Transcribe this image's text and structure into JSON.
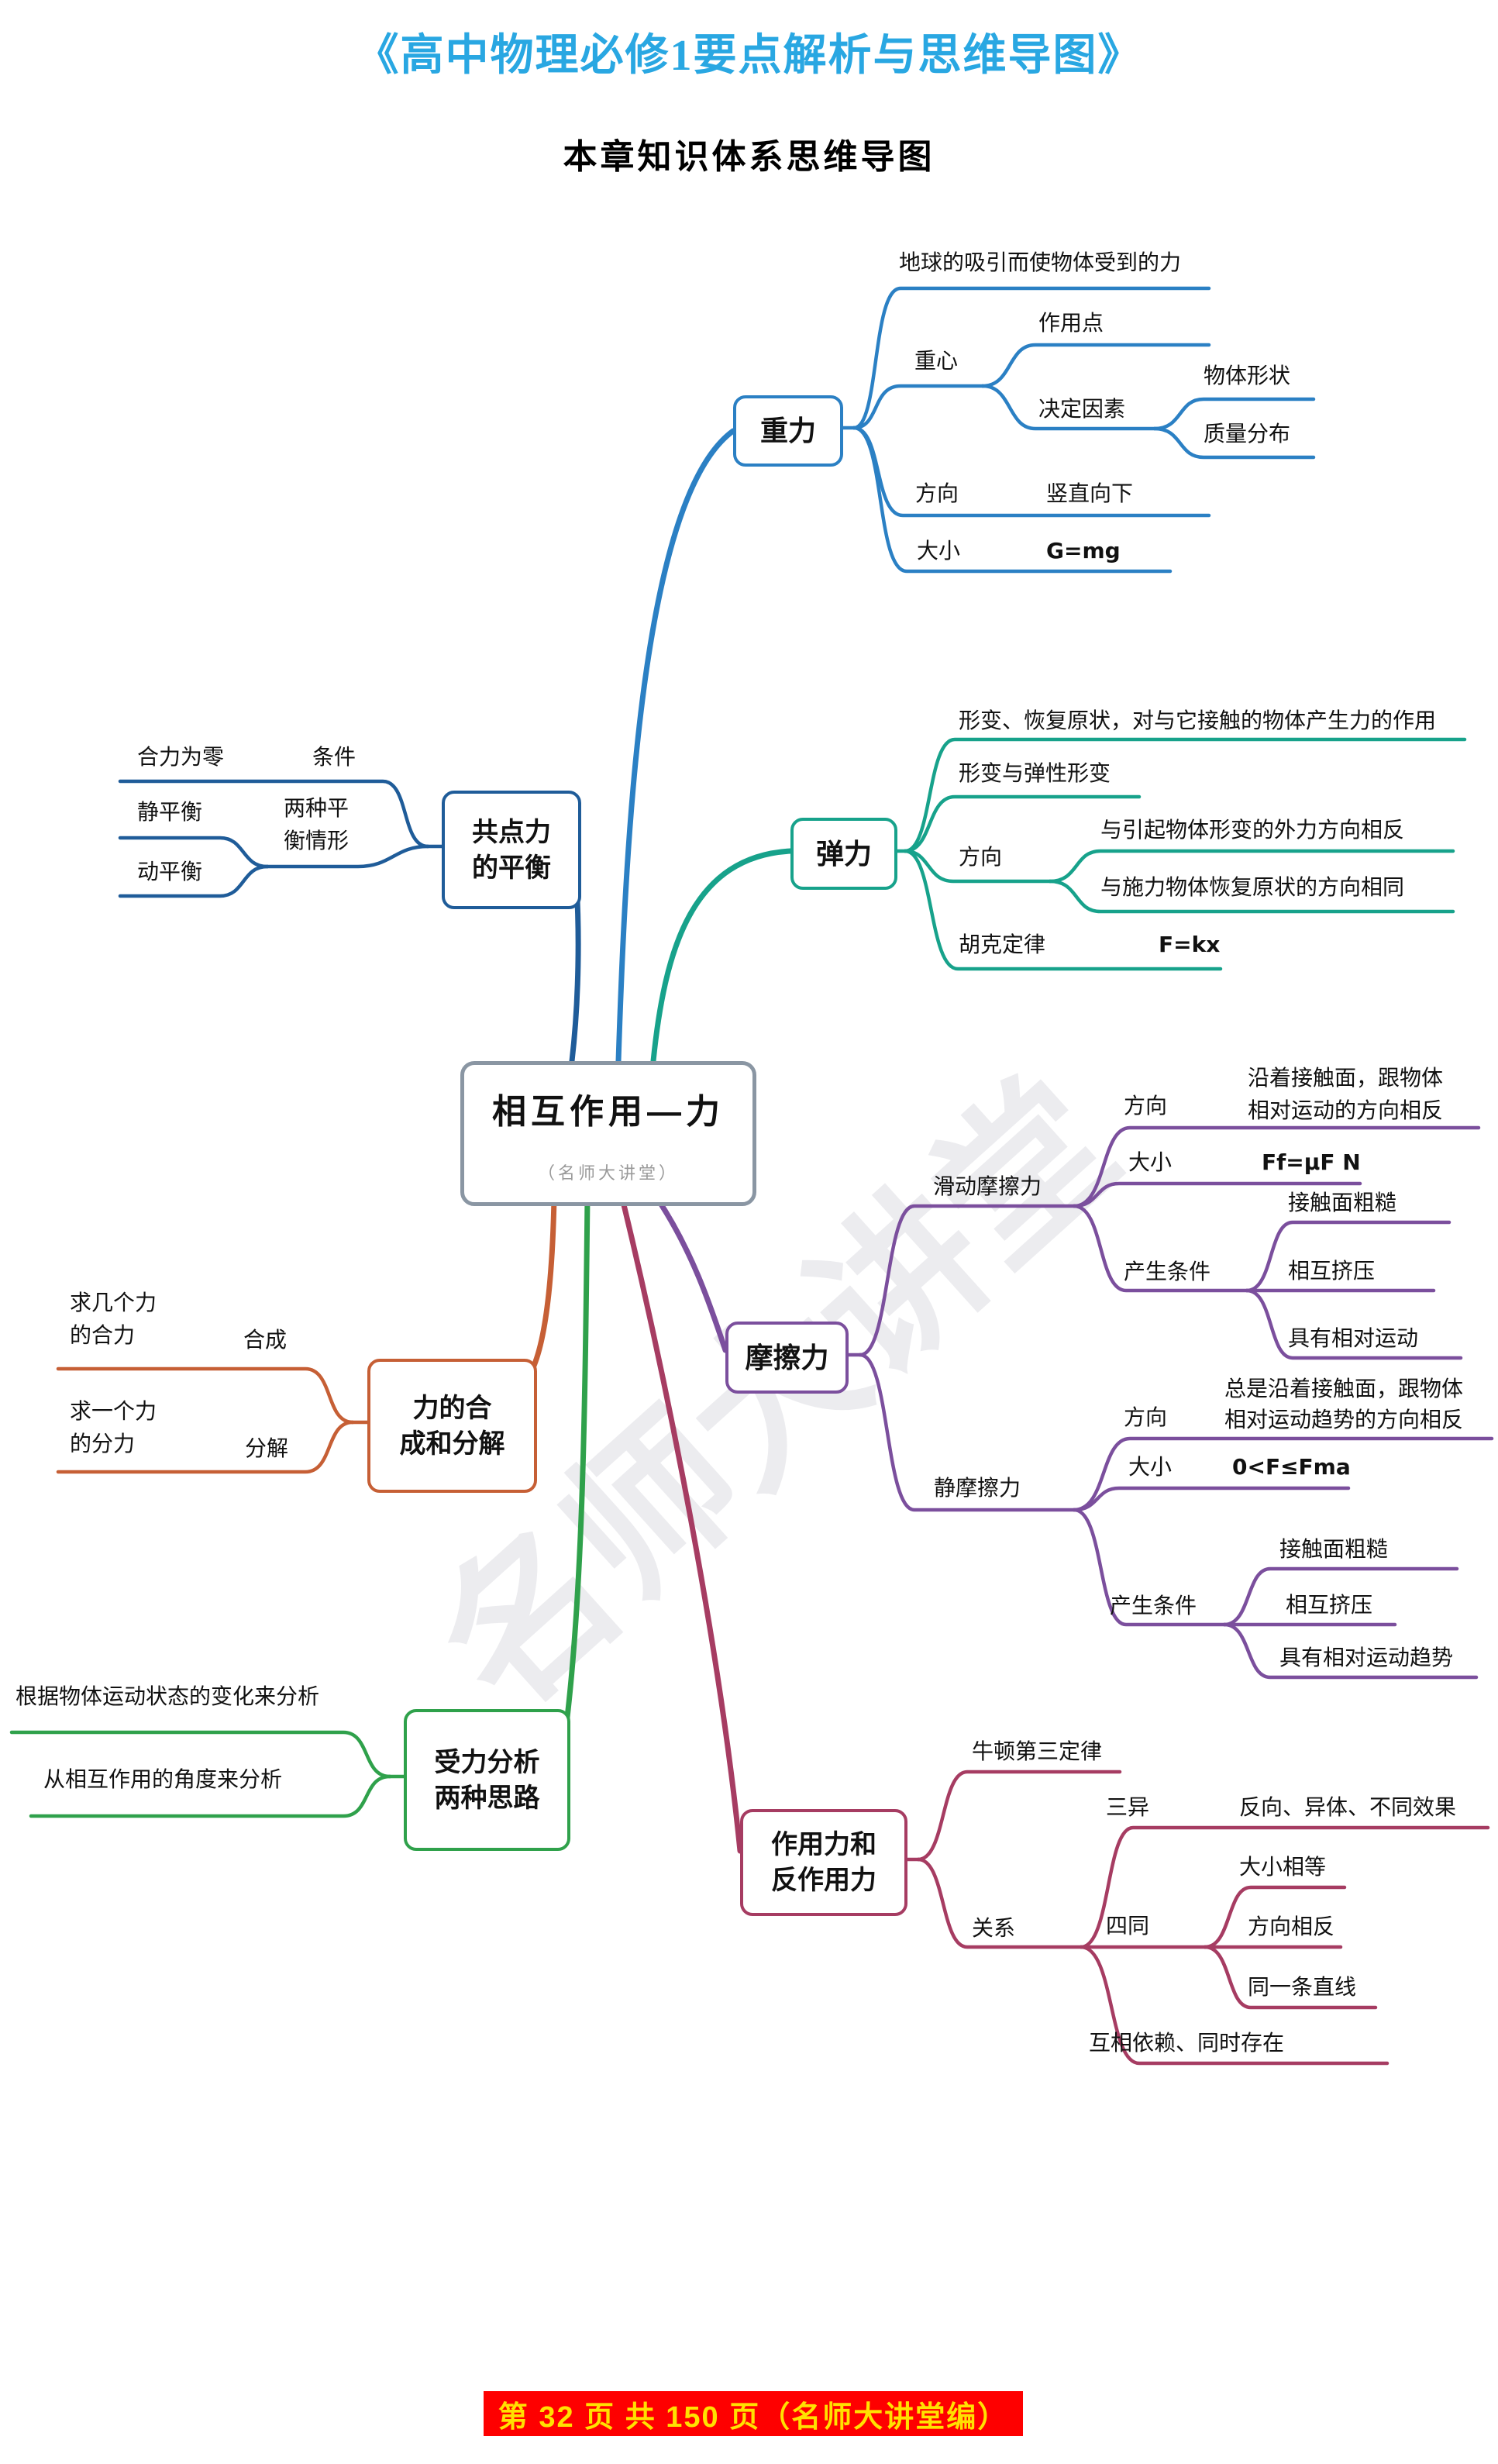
{
  "header": {
    "title": "《高中物理必修1要点解析与思维导图》",
    "subtitle": "本章知识体系思维导图"
  },
  "watermark": "名师大讲堂",
  "footer": {
    "text": "第 32 页 共 150 页（名师大讲堂编）"
  },
  "root": {
    "title": "相互作用—力",
    "subtitle": "（名师大讲堂）"
  },
  "gravity": {
    "node": "重力",
    "definition": "地球的吸引而使物体受到的力",
    "center_label": "重心",
    "point": "作用点",
    "factor_label": "决定因素",
    "factor1": "物体形状",
    "factor2": "质量分布",
    "dir_label": "方向",
    "dir_value": "竖直向下",
    "mag_label": "大小",
    "mag_value": "G=mg"
  },
  "balance": {
    "node_line1": "共点力",
    "node_line2": "的平衡",
    "cond_label": "条件",
    "cond_value": "合力为零",
    "types_label_line1": "两种平",
    "types_label_line2": "衡情形",
    "type1": "静平衡",
    "type2": "动平衡"
  },
  "elastic": {
    "node": "弹力",
    "definition": "形变、恢复原状，对与它接触的物体产生力的作用",
    "deform": "形变与弹性形变",
    "dir_label": "方向",
    "dir1": "与引起物体形变的外力方向相反",
    "dir2": "与施力物体恢复原状的方向相同",
    "hooke_label": "胡克定律",
    "hooke_value": "F=kx"
  },
  "compose": {
    "node_line1": "力的合",
    "node_line2": "成和分解",
    "comp_label": "合成",
    "comp_desc_line1": "求几个力",
    "comp_desc_line2": "的合力",
    "decomp_label": "分解",
    "decomp_desc_line1": "求一个力",
    "decomp_desc_line2": "的分力"
  },
  "analysis": {
    "node_line1": "受力分析",
    "node_line2": "两种思路",
    "way1": "根据物体运动状态的变化来分析",
    "way2": "从相互作用的角度来分析"
  },
  "friction": {
    "node": "摩擦力",
    "sliding": {
      "label": "滑动摩擦力",
      "dir_label": "方向",
      "dir_line1": "沿着接触面，跟物体",
      "dir_line2": "相对运动的方向相反",
      "mag_label": "大小",
      "mag_value": "Ff=μF N",
      "cond_label": "产生条件",
      "cond1": "接触面粗糙",
      "cond2": "相互挤压",
      "cond3": "具有相对运动"
    },
    "static": {
      "label": "静摩擦力",
      "dir_label": "方向",
      "dir_line1": "总是沿着接触面，跟物体",
      "dir_line2": "相对运动趋势的方向相反",
      "mag_label": "大小",
      "mag_value": "0<F≤Fma",
      "cond_label": "产生条件",
      "cond1": "接触面粗糙",
      "cond2": "相互挤压",
      "cond3": "具有相对运动趋势"
    }
  },
  "reaction": {
    "node_line1": "作用力和",
    "node_line2": "反作用力",
    "newton": "牛顿第三定律",
    "rel_label": "关系",
    "diff_label": "三异",
    "diff_value": "反向、异体、不同效果",
    "same_label": "四同",
    "same1": "大小相等",
    "same2": "方向相反",
    "same3": "同一条直线",
    "depend": "互相依赖、同时存在"
  },
  "colors": {
    "title": "#29A7E2",
    "gravity": "#2B80C4",
    "balance": "#1F5C99",
    "elastic": "#17A28B",
    "compose": "#C65F35",
    "analysis": "#2FA14B",
    "friction": "#7B4F9D",
    "reaction": "#A63C62",
    "root_border": "#8A96A3",
    "footer_bg": "#FE0000",
    "footer_text": "#FFE100"
  }
}
